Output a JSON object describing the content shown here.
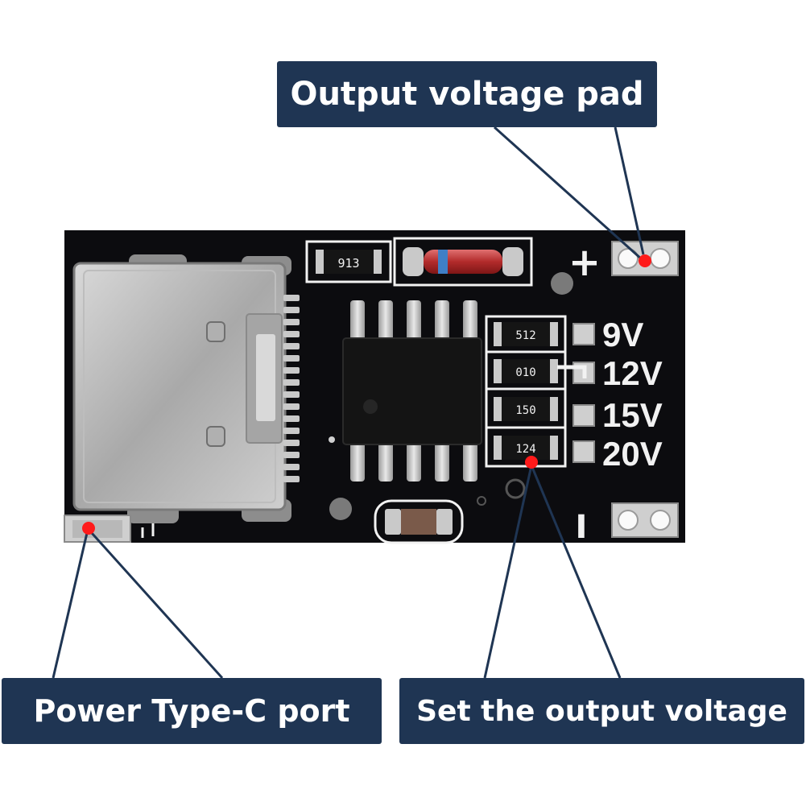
{
  "callouts": {
    "output_pad": "Output voltage pad",
    "type_c": "Power Type-C port",
    "set_voltage": "Set the output voltage"
  },
  "board": {
    "plus_label": "+",
    "minus_label": "I",
    "voltage_options": [
      "9V",
      "12V",
      "15V",
      "20V"
    ],
    "resistor_codes": [
      "913",
      "512",
      "010",
      "150",
      "124"
    ],
    "selected_option": "12V"
  },
  "colors": {
    "callout_bg": "#1f3553",
    "pcb": "#0c0c0f",
    "silkscreen": "#f2f2f2",
    "marker": "#ff1a1a",
    "pad": "#c9c9c9"
  }
}
